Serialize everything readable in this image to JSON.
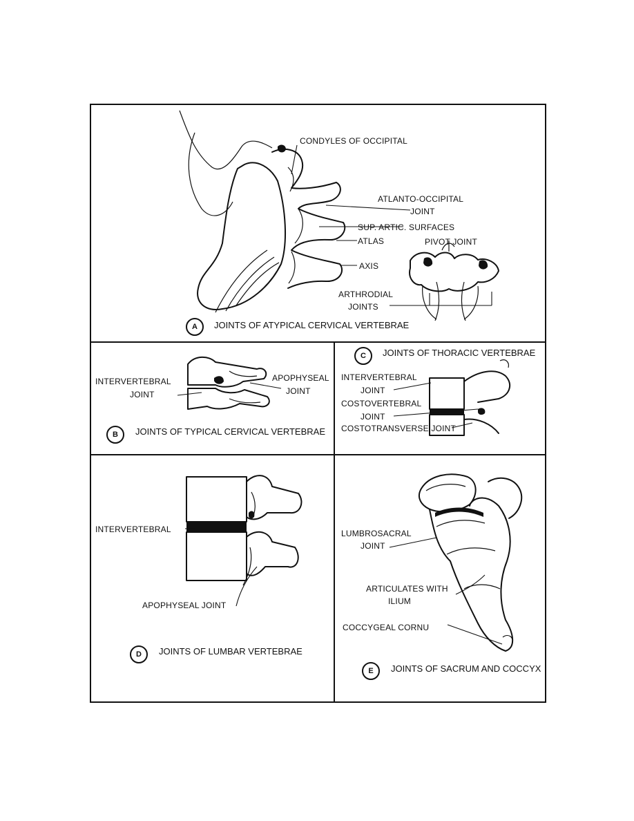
{
  "panels": {
    "a": {
      "badge": "A",
      "caption": "JOINTS OF ATYPICAL CERVICAL VERTEBRAE",
      "labels": {
        "condyles": "CONDYLES OF OCCIPITAL",
        "atlanto1": "ATLANTO-OCCIPITAL",
        "atlanto2": "JOINT",
        "sup": "SUP. ARTIC. SURFACES",
        "atlas": "ATLAS",
        "pivot": "PIVOT JOINT",
        "axis": "AXIS",
        "arthro1": "ARTHRODIAL",
        "arthro2": "JOINTS"
      }
    },
    "b": {
      "badge": "B",
      "caption": "JOINTS OF TYPICAL CERVICAL VERTEBRAE",
      "labels": {
        "inter1": "INTERVERTEBRAL",
        "inter2": "JOINT",
        "apo1": "APOPHYSEAL",
        "apo2": "JOINT"
      }
    },
    "c": {
      "badge": "C",
      "caption": "JOINTS OF THORACIC VERTEBRAE",
      "labels": {
        "inter1": "INTERVERTEBRAL",
        "inter2": "JOINT",
        "costo1": "COSTOVERTEBRAL",
        "costo2": "JOINT",
        "costotrans": "COSTOTRANSVERSE JOINT"
      }
    },
    "d": {
      "badge": "D",
      "caption": "JOINTS OF LUMBAR VERTEBRAE",
      "labels": {
        "inter": "INTERVERTEBRAL",
        "apo": "APOPHYSEAL JOINT"
      }
    },
    "e": {
      "badge": "E",
      "caption": "JOINTS OF SACRUM AND COCCYX",
      "labels": {
        "lumbo1": "LUMBROSACRAL",
        "lumbo2": "JOINT",
        "artic1": "ARTICULATES WITH",
        "artic2": "ILIUM",
        "coccy": "COCCYGEAL CORNU"
      }
    }
  }
}
